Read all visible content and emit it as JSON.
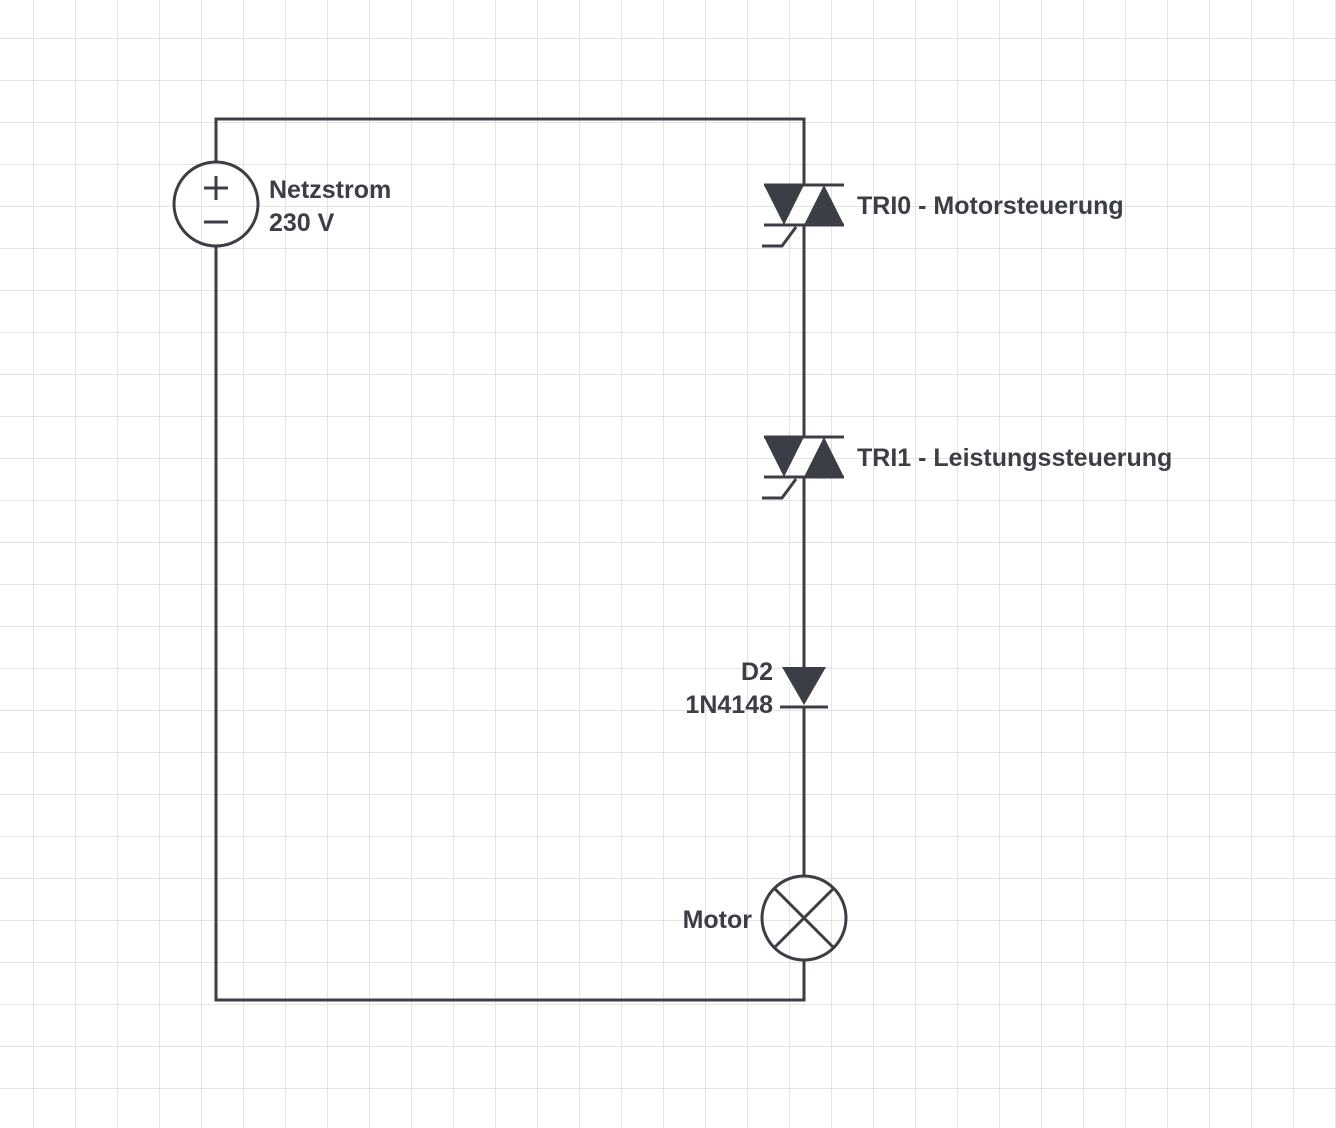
{
  "colors": {
    "wire": "#3b3f45",
    "label": "#3b3f45",
    "grid": "#e3e3e3",
    "background": "#ffffff"
  },
  "components": {
    "source": {
      "icon": "dc-voltage-source-icon",
      "name": "Netzstrom",
      "value": "230 V"
    },
    "triac0": {
      "icon": "triac-icon",
      "label": "TRI0 - Motorsteuerung"
    },
    "triac1": {
      "icon": "triac-icon",
      "label": "TRI1 - Leistungssteuerung"
    },
    "diode": {
      "icon": "diode-icon",
      "name": "D2",
      "value": "1N4148"
    },
    "motor": {
      "icon": "lamp-icon",
      "label": "Motor"
    }
  }
}
